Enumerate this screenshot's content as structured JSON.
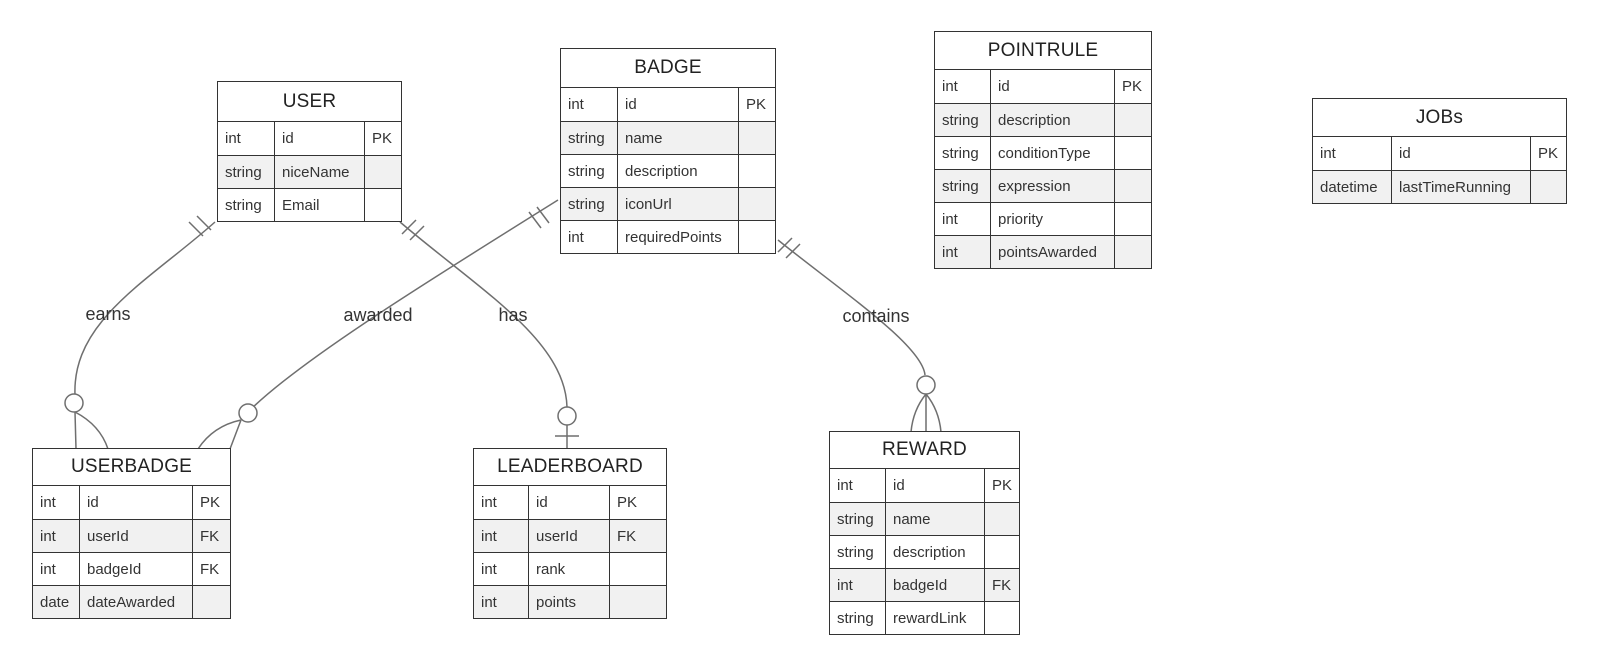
{
  "entities": {
    "user": {
      "title": "USER",
      "attributes": [
        {
          "type": "int",
          "name": "id",
          "key": "PK"
        },
        {
          "type": "string",
          "name": "niceName",
          "key": ""
        },
        {
          "type": "string",
          "name": "Email",
          "key": ""
        }
      ]
    },
    "badge": {
      "title": "BADGE",
      "attributes": [
        {
          "type": "int",
          "name": "id",
          "key": "PK"
        },
        {
          "type": "string",
          "name": "name",
          "key": ""
        },
        {
          "type": "string",
          "name": "description",
          "key": ""
        },
        {
          "type": "string",
          "name": "iconUrl",
          "key": ""
        },
        {
          "type": "int",
          "name": "requiredPoints",
          "key": ""
        }
      ]
    },
    "pointrule": {
      "title": "POINTRULE",
      "attributes": [
        {
          "type": "int",
          "name": "id",
          "key": "PK"
        },
        {
          "type": "string",
          "name": "description",
          "key": ""
        },
        {
          "type": "string",
          "name": "conditionType",
          "key": ""
        },
        {
          "type": "string",
          "name": "expression",
          "key": ""
        },
        {
          "type": "int",
          "name": "priority",
          "key": ""
        },
        {
          "type": "int",
          "name": "pointsAwarded",
          "key": ""
        }
      ]
    },
    "jobs": {
      "title": "JOBs",
      "attributes": [
        {
          "type": "int",
          "name": "id",
          "key": "PK"
        },
        {
          "type": "datetime",
          "name": "lastTimeRunning",
          "key": ""
        }
      ]
    },
    "userbadge": {
      "title": "USERBADGE",
      "attributes": [
        {
          "type": "int",
          "name": "id",
          "key": "PK"
        },
        {
          "type": "int",
          "name": "userId",
          "key": "FK"
        },
        {
          "type": "int",
          "name": "badgeId",
          "key": "FK"
        },
        {
          "type": "date",
          "name": "dateAwarded",
          "key": ""
        }
      ]
    },
    "leaderboard": {
      "title": "LEADERBOARD",
      "attributes": [
        {
          "type": "int",
          "name": "id",
          "key": "PK"
        },
        {
          "type": "int",
          "name": "userId",
          "key": "FK"
        },
        {
          "type": "int",
          "name": "rank",
          "key": ""
        },
        {
          "type": "int",
          "name": "points",
          "key": ""
        }
      ]
    },
    "reward": {
      "title": "REWARD",
      "attributes": [
        {
          "type": "int",
          "name": "id",
          "key": "PK"
        },
        {
          "type": "string",
          "name": "name",
          "key": ""
        },
        {
          "type": "string",
          "name": "description",
          "key": ""
        },
        {
          "type": "int",
          "name": "badgeId",
          "key": "FK"
        },
        {
          "type": "string",
          "name": "rewardLink",
          "key": ""
        }
      ]
    }
  },
  "relationships": {
    "earns": {
      "label": "earns",
      "from_cardinality": "exactly-one",
      "to_cardinality": "zero-or-many"
    },
    "awarded": {
      "label": "awarded",
      "from_cardinality": "exactly-one",
      "to_cardinality": "zero-or-many"
    },
    "has": {
      "label": "has",
      "from_cardinality": "exactly-one",
      "to_cardinality": "zero-or-one"
    },
    "contains": {
      "label": "contains",
      "from_cardinality": "exactly-one",
      "to_cardinality": "zero-or-many"
    }
  }
}
